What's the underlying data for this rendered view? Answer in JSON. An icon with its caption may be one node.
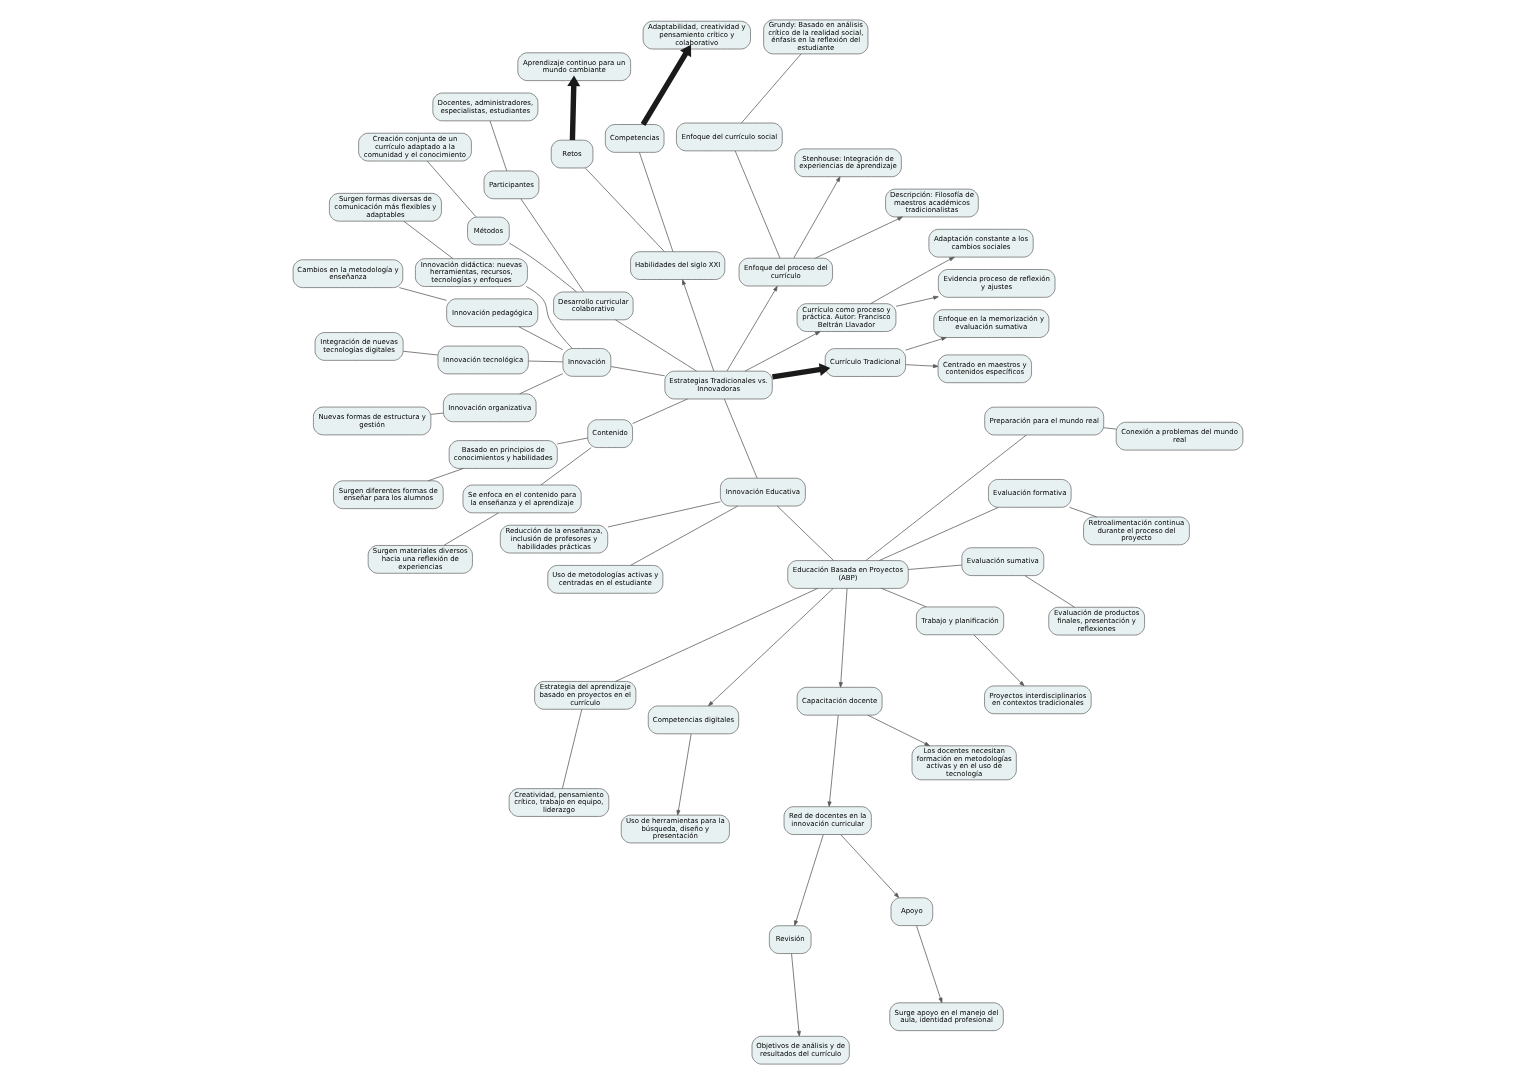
{
  "diagram": {
    "nodes": [
      {
        "text": [
          "Estrategias Tradicionales vs. Innovadoras"
        ]
      },
      {
        "text": [
          "Currículo Tradicional"
        ]
      },
      {
        "text": [
          "Centrado en maestros y contenidos específicos"
        ]
      },
      {
        "text": [
          "Enfoque en la memorización y evaluación sumativa"
        ]
      },
      {
        "text": [
          "Currículo como proceso y práctica. Autor: Francisco Beltrán Llavador"
        ]
      },
      {
        "text": [
          "Evidencia proceso de reflexión y ajustes"
        ]
      },
      {
        "text": [
          "Adaptación constante a los cambios sociales"
        ]
      },
      {
        "text": [
          "Enfoque del proceso del currículo"
        ]
      },
      {
        "text": [
          "Descripción: Filosofía de maestros académicos tradicionalistas"
        ]
      },
      {
        "text": [
          "Stenhouse: Integración de experiencias de aprendizaje"
        ]
      },
      {
        "text": [
          "Enfoque del currículo social"
        ]
      },
      {
        "text": [
          "Grundy: Basado en análisis crítico de la realidad social, énfasis en la reflexión del estudiante"
        ]
      },
      {
        "text": [
          "Habilidades del siglo XXI"
        ]
      },
      {
        "text": [
          "Competencias"
        ]
      },
      {
        "text": [
          "Adaptabilidad, creatividad y pensamiento crítico y colaborativo"
        ]
      },
      {
        "text": [
          "Retos"
        ]
      },
      {
        "text": [
          "Aprendizaje continuo para un mundo cambiante"
        ]
      },
      {
        "text": [
          "Desarrollo curricular colaborativo"
        ]
      },
      {
        "text": [
          "Participantes"
        ]
      },
      {
        "text": [
          "Docentes, administradores, especialistas, estudiantes"
        ]
      },
      {
        "text": [
          "Métodos"
        ]
      },
      {
        "text": [
          "Creación conjunta de un currículo adaptado a la comunidad y el conocimiento"
        ]
      },
      {
        "text": [
          "Innovación"
        ]
      },
      {
        "text": [
          "Innovación didáctica: nuevas herramientas, recursos, tecnologías y enfoques"
        ]
      },
      {
        "text": [
          "Surgen formas diversas de comunicación más flexibles y adaptables"
        ]
      },
      {
        "text": [
          "Innovación pedagógica"
        ]
      },
      {
        "text": [
          "Cambios en la metodología y enseñanza"
        ]
      },
      {
        "text": [
          "Innovación tecnológica"
        ]
      },
      {
        "text": [
          "Integración de nuevas tecnologías digitales"
        ]
      },
      {
        "text": [
          "Innovación organizativa"
        ]
      },
      {
        "text": [
          "Nuevas formas de estructura y gestión"
        ]
      },
      {
        "text": [
          "Contenido"
        ]
      },
      {
        "text": [
          "Basado en principios de conocimientos y habilidades"
        ]
      },
      {
        "text": [
          "Surgen diferentes formas de enseñar para los alumnos"
        ]
      },
      {
        "text": [
          "Se enfoca en el contenido para la enseñanza y el aprendizaje"
        ]
      },
      {
        "text": [
          "Surgen materiales diversos hacia una reflexión de experiencias"
        ]
      },
      {
        "text": [
          "Innovación Educativa"
        ]
      },
      {
        "text": [
          "Reducción de la enseñanza, inclusión de profesores y habilidades prácticas"
        ]
      },
      {
        "text": [
          "Uso de metodologías activas y centradas en el estudiante"
        ]
      },
      {
        "text": [
          "Educación Basada en Proyectos (ABP)"
        ]
      },
      {
        "text": [
          "Estrategia del aprendizaje basado en proyectos en el currículo"
        ]
      },
      {
        "text": [
          "Creatividad, pensamiento crítico, trabajo en equipo, liderazgo"
        ]
      },
      {
        "text": [
          "Competencias digitales"
        ]
      },
      {
        "text": [
          "Uso de herramientas para la búsqueda, diseño y presentación"
        ]
      },
      {
        "text": [
          "Capacitación docente"
        ]
      },
      {
        "text": [
          "Red de docentes en la innovación curricular"
        ]
      },
      {
        "text": [
          "Revisión"
        ]
      },
      {
        "text": [
          "Objetivos de análisis y de resultados del currículo"
        ]
      },
      {
        "text": [
          "Apoyo"
        ]
      },
      {
        "text": [
          "Surge apoyo en el manejo del aula, identidad profesional"
        ]
      },
      {
        "text": [
          "Los docentes necesitan formación en metodologías activas y en el uso de tecnología"
        ]
      },
      {
        "text": [
          "Trabajo y planificación"
        ]
      },
      {
        "text": [
          "Proyectos interdisciplinarios en contextos tradicionales"
        ]
      },
      {
        "text": [
          "Evaluación sumativa"
        ]
      },
      {
        "text": [
          "Evaluación de productos finales, presentación y reflexiones"
        ]
      },
      {
        "text": [
          "Evaluación formativa"
        ]
      },
      {
        "text": [
          "Retroalimentación continua durante el proceso del proyecto"
        ]
      },
      {
        "text": [
          "Preparación para el mundo real"
        ]
      },
      {
        "text": [
          "Conexión a problemas del mundo real"
        ]
      }
    ],
    "edges": [
      {
        "from": 0,
        "to": 1,
        "arrow": "to",
        "style": "thick"
      },
      {
        "from": 1,
        "to": 2,
        "arrow": "to"
      },
      {
        "from": 1,
        "to": 3,
        "arrow": "to"
      },
      {
        "from": 0,
        "to": 4,
        "arrow": "to"
      },
      {
        "from": 4,
        "to": 5,
        "arrow": "to"
      },
      {
        "from": 4,
        "to": 6,
        "arrow": "to"
      },
      {
        "from": 0,
        "to": 7,
        "arrow": "to"
      },
      {
        "from": 7,
        "to": 8,
        "arrow": "to"
      },
      {
        "from": 7,
        "to": 9,
        "arrow": "to"
      },
      {
        "from": 7,
        "to": 10,
        "arrow": "none"
      },
      {
        "from": 10,
        "to": 11,
        "arrow": "none"
      },
      {
        "from": 0,
        "to": 12,
        "arrow": "to"
      },
      {
        "from": 12,
        "to": 13,
        "arrow": "none"
      },
      {
        "from": 13,
        "to": 14,
        "arrow": "to",
        "style": "thick"
      },
      {
        "from": 12,
        "to": 15,
        "arrow": "none"
      },
      {
        "from": 15,
        "to": 16,
        "arrow": "to",
        "style": "thick"
      },
      {
        "from": 0,
        "to": 17,
        "arrow": "none"
      },
      {
        "from": 17,
        "to": 18,
        "arrow": "none"
      },
      {
        "from": 18,
        "to": 19,
        "arrow": "none"
      },
      {
        "from": 17,
        "to": 20,
        "arrow": "none"
      },
      {
        "from": 20,
        "to": 21,
        "arrow": "none"
      },
      {
        "from": 0,
        "to": 22,
        "arrow": "none"
      },
      {
        "from": 22,
        "to": 23,
        "arrow": "none"
      },
      {
        "from": 23,
        "to": 24,
        "arrow": "none"
      },
      {
        "from": 22,
        "to": 25,
        "arrow": "none"
      },
      {
        "from": 25,
        "to": 26,
        "arrow": "none"
      },
      {
        "from": 22,
        "to": 27,
        "arrow": "none"
      },
      {
        "from": 27,
        "to": 28,
        "arrow": "none"
      },
      {
        "from": 22,
        "to": 29,
        "arrow": "none"
      },
      {
        "from": 29,
        "to": 30,
        "arrow": "none"
      },
      {
        "from": 0,
        "to": 31,
        "arrow": "none"
      },
      {
        "from": 31,
        "to": 32,
        "arrow": "none"
      },
      {
        "from": 32,
        "to": 33,
        "arrow": "none"
      },
      {
        "from": 31,
        "to": 34,
        "arrow": "none"
      },
      {
        "from": 34,
        "to": 35,
        "arrow": "none"
      },
      {
        "from": 0,
        "to": 36,
        "arrow": "none"
      },
      {
        "from": 36,
        "to": 37,
        "arrow": "none"
      },
      {
        "from": 36,
        "to": 38,
        "arrow": "none"
      },
      {
        "from": 36,
        "to": 39,
        "arrow": "none"
      },
      {
        "from": 39,
        "to": 40,
        "arrow": "none"
      },
      {
        "from": 40,
        "to": 41,
        "arrow": "none"
      },
      {
        "from": 39,
        "to": 42,
        "arrow": "to"
      },
      {
        "from": 42,
        "to": 43,
        "arrow": "to"
      },
      {
        "from": 39,
        "to": 44,
        "arrow": "to"
      },
      {
        "from": 44,
        "to": 45,
        "arrow": "to"
      },
      {
        "from": 45,
        "to": 46,
        "arrow": "to"
      },
      {
        "from": 46,
        "to": 47,
        "arrow": "to"
      },
      {
        "from": 45,
        "to": 48,
        "arrow": "to"
      },
      {
        "from": 48,
        "to": 49,
        "arrow": "to"
      },
      {
        "from": 44,
        "to": 50,
        "arrow": "to"
      },
      {
        "from": 39,
        "to": 51,
        "arrow": "none"
      },
      {
        "from": 51,
        "to": 52,
        "arrow": "to"
      },
      {
        "from": 39,
        "to": 53,
        "arrow": "none"
      },
      {
        "from": 53,
        "to": 54,
        "arrow": "none"
      },
      {
        "from": 39,
        "to": 55,
        "arrow": "none"
      },
      {
        "from": 55,
        "to": 56,
        "arrow": "none"
      },
      {
        "from": 39,
        "to": 57,
        "arrow": "none"
      },
      {
        "from": 57,
        "to": 58,
        "arrow": "none"
      }
    ]
  }
}
